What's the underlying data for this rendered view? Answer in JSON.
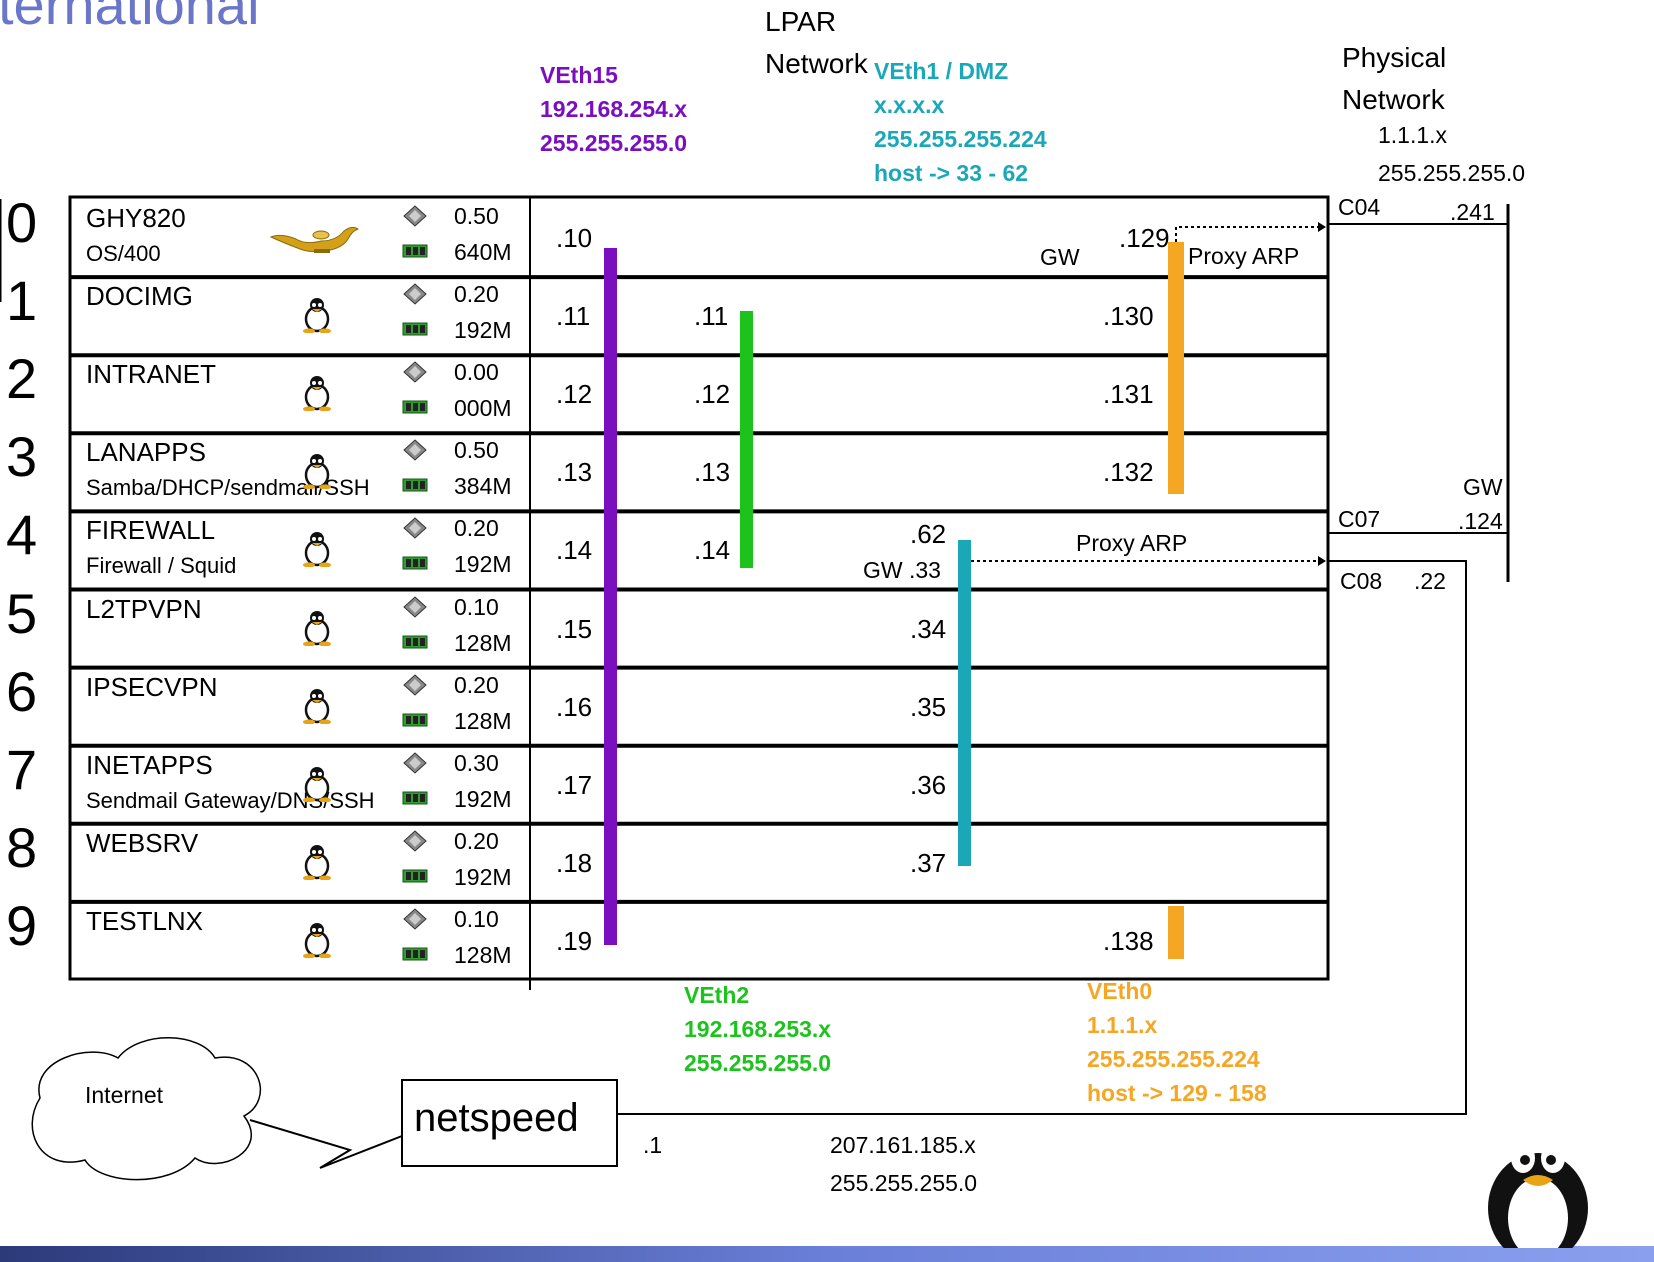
{
  "title": "ternational",
  "headers": {
    "lpar_network": [
      "LPAR",
      "Network"
    ],
    "physical_network": [
      "Physical",
      "Network"
    ],
    "physical_subnet": [
      "1.1.1.x",
      "255.255.255.0"
    ]
  },
  "networks": {
    "veth15": {
      "lines": [
        "VEth15",
        "192.168.254.x",
        "255.255.255.0"
      ],
      "color": "#7a0fc0"
    },
    "veth1": {
      "lines": [
        "VEth1 / DMZ",
        "x.x.x.x",
        "255.255.255.224",
        "host -> 33 - 62"
      ],
      "color": "#1aa8b8"
    },
    "veth2": {
      "lines": [
        "VEth2",
        "192.168.253.x",
        "255.255.255.0"
      ],
      "color": "#1cc31c"
    },
    "veth0": {
      "lines": [
        "VEth0",
        "1.1.1.x",
        "255.255.255.224",
        "host -> 129 - 158"
      ],
      "color": "#f5a623"
    }
  },
  "partitions": [
    {
      "num": "0",
      "name": "GHY820",
      "desc": "OS/400",
      "cpu": "0.50",
      "mem": "640M",
      "veth15": ".10",
      "veth2": "",
      "dmz": "",
      "veth0": ".129",
      "os": "lamp"
    },
    {
      "num": "1",
      "name": "DOCIMG",
      "desc": "",
      "cpu": "0.20",
      "mem": "192M",
      "veth15": ".11",
      "veth2": ".11",
      "dmz": "",
      "veth0": ".130",
      "os": "linux"
    },
    {
      "num": "2",
      "name": "INTRANET",
      "desc": "",
      "cpu": "0.00",
      "mem": "000M",
      "veth15": ".12",
      "veth2": ".12",
      "dmz": "",
      "veth0": ".131",
      "os": "linux"
    },
    {
      "num": "3",
      "name": "LANAPPS",
      "desc": "Samba/DHCP/sendmail/SSH",
      "cpu": "0.50",
      "mem": "384M",
      "veth15": ".13",
      "veth2": ".13",
      "dmz": "",
      "veth0": ".132",
      "os": "linux"
    },
    {
      "num": "4",
      "name": "FIREWALL",
      "desc": "Firewall / Squid",
      "cpu": "0.20",
      "mem": "192M",
      "veth15": ".14",
      "veth2": ".14",
      "dmz": ".62",
      "veth0": "",
      "os": "linux"
    },
    {
      "num": "5",
      "name": "L2TPVPN",
      "desc": "",
      "cpu": "0.10",
      "mem": "128M",
      "veth15": ".15",
      "veth2": "",
      "dmz": ".34",
      "veth0": "",
      "os": "linux"
    },
    {
      "num": "6",
      "name": "IPSECVPN",
      "desc": "",
      "cpu": "0.20",
      "mem": "128M",
      "veth15": ".16",
      "veth2": "",
      "dmz": ".35",
      "veth0": "",
      "os": "linux"
    },
    {
      "num": "7",
      "name": "INETAPPS",
      "desc": "Sendmail Gateway/DNS/SSH",
      "cpu": "0.30",
      "mem": "192M",
      "veth15": ".17",
      "veth2": "",
      "dmz": ".36",
      "veth0": "",
      "os": "linux"
    },
    {
      "num": "8",
      "name": "WEBSRV",
      "desc": "",
      "cpu": "0.20",
      "mem": "192M",
      "veth15": ".18",
      "veth2": "",
      "dmz": ".37",
      "veth0": "",
      "os": "linux"
    },
    {
      "num": "9",
      "name": "TESTLNX",
      "desc": "",
      "cpu": "0.10",
      "mem": "128M",
      "veth15": ".19",
      "veth2": "",
      "dmz": "",
      "veth0": ".138",
      "os": "linux"
    }
  ],
  "labels": {
    "gw": "GW",
    "gw33": "GW .33",
    "proxy_arp": "Proxy ARP",
    "c04": "C04",
    "c07": "C07",
    "c08": "C08",
    "ip241": ".241",
    "ip124": ".124",
    "ip22": ".22",
    "internet": "Internet",
    "netspeed": "netspeed",
    "ip1": ".1",
    "wan_net": "207.161.185.x",
    "wan_mask": "255.255.255.0"
  }
}
